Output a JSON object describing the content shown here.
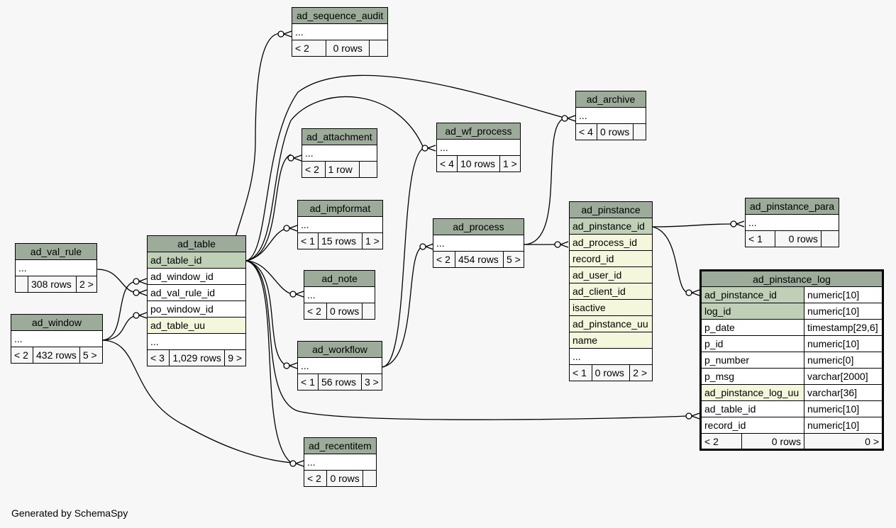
{
  "footer": {
    "generated_by": "Generated by SchemaSpy"
  },
  "tables": {
    "ad_sequence_audit": {
      "name": "ad_sequence_audit",
      "more": "...",
      "parents": "< 2",
      "rows": "0 rows",
      "children": ""
    },
    "ad_archive": {
      "name": "ad_archive",
      "more": "...",
      "parents": "< 4",
      "rows": "0 rows",
      "children": ""
    },
    "ad_attachment": {
      "name": "ad_attachment",
      "more": "...",
      "parents": "< 2",
      "rows": "1 row",
      "children": ""
    },
    "ad_wf_process": {
      "name": "ad_wf_process",
      "more": "...",
      "parents": "< 4",
      "rows": "10 rows",
      "children": "1 >"
    },
    "ad_impformat": {
      "name": "ad_impformat",
      "more": "...",
      "parents": "< 1",
      "rows": "15 rows",
      "children": "1 >"
    },
    "ad_process": {
      "name": "ad_process",
      "more": "...",
      "parents": "< 2",
      "rows": "454 rows",
      "children": "5 >"
    },
    "ad_note": {
      "name": "ad_note",
      "more": "...",
      "parents": "< 2",
      "rows": "0 rows",
      "children": ""
    },
    "ad_workflow": {
      "name": "ad_workflow",
      "more": "...",
      "parents": "< 1",
      "rows": "56 rows",
      "children": "3 >"
    },
    "ad_recentitem": {
      "name": "ad_recentitem",
      "more": "...",
      "parents": "< 2",
      "rows": "0 rows",
      "children": ""
    },
    "ad_val_rule": {
      "name": "ad_val_rule",
      "more": "...",
      "parents": "",
      "rows": "308 rows",
      "children": "2 >"
    },
    "ad_window": {
      "name": "ad_window",
      "more": "...",
      "parents": "< 2",
      "rows": "432 rows",
      "children": "5 >"
    },
    "ad_pinstance_para": {
      "name": "ad_pinstance_para",
      "more": "...",
      "parents": "< 1",
      "rows": "0 rows",
      "children": ""
    },
    "ad_table": {
      "name": "ad_table",
      "columns": [
        "ad_table_id",
        "ad_window_id",
        "ad_val_rule_id",
        "po_window_id",
        "ad_table_uu"
      ],
      "more": "...",
      "parents": "< 3",
      "rows": "1,029 rows",
      "children": "9 >"
    },
    "ad_pinstance": {
      "name": "ad_pinstance",
      "columns": [
        "ad_pinstance_id",
        "ad_process_id",
        "record_id",
        "ad_user_id",
        "ad_client_id",
        "isactive",
        "ad_pinstance_uu",
        "name"
      ],
      "more": "...",
      "parents": "< 1",
      "rows": "0 rows",
      "children": "2 >"
    },
    "ad_pinstance_log": {
      "name": "ad_pinstance_log",
      "columns": [
        {
          "name": "ad_pinstance_id",
          "type": "numeric[10]"
        },
        {
          "name": "log_id",
          "type": "numeric[10]"
        },
        {
          "name": "p_date",
          "type": "timestamp[29,6]"
        },
        {
          "name": "p_id",
          "type": "numeric[10]"
        },
        {
          "name": "p_number",
          "type": "numeric[0]"
        },
        {
          "name": "p_msg",
          "type": "varchar[2000]"
        },
        {
          "name": "ad_pinstance_log_uu",
          "type": "varchar[36]"
        },
        {
          "name": "ad_table_id",
          "type": "numeric[10]"
        },
        {
          "name": "record_id",
          "type": "numeric[10]"
        }
      ],
      "parents": "< 2",
      "rows": "0 rows",
      "children": "0 >"
    }
  },
  "colors": {
    "header": "#9dac9a",
    "primary_key": "#bfd0b7",
    "indexed": "#f4f7dc",
    "background": "#f7f7f7",
    "line": "#000000"
  }
}
